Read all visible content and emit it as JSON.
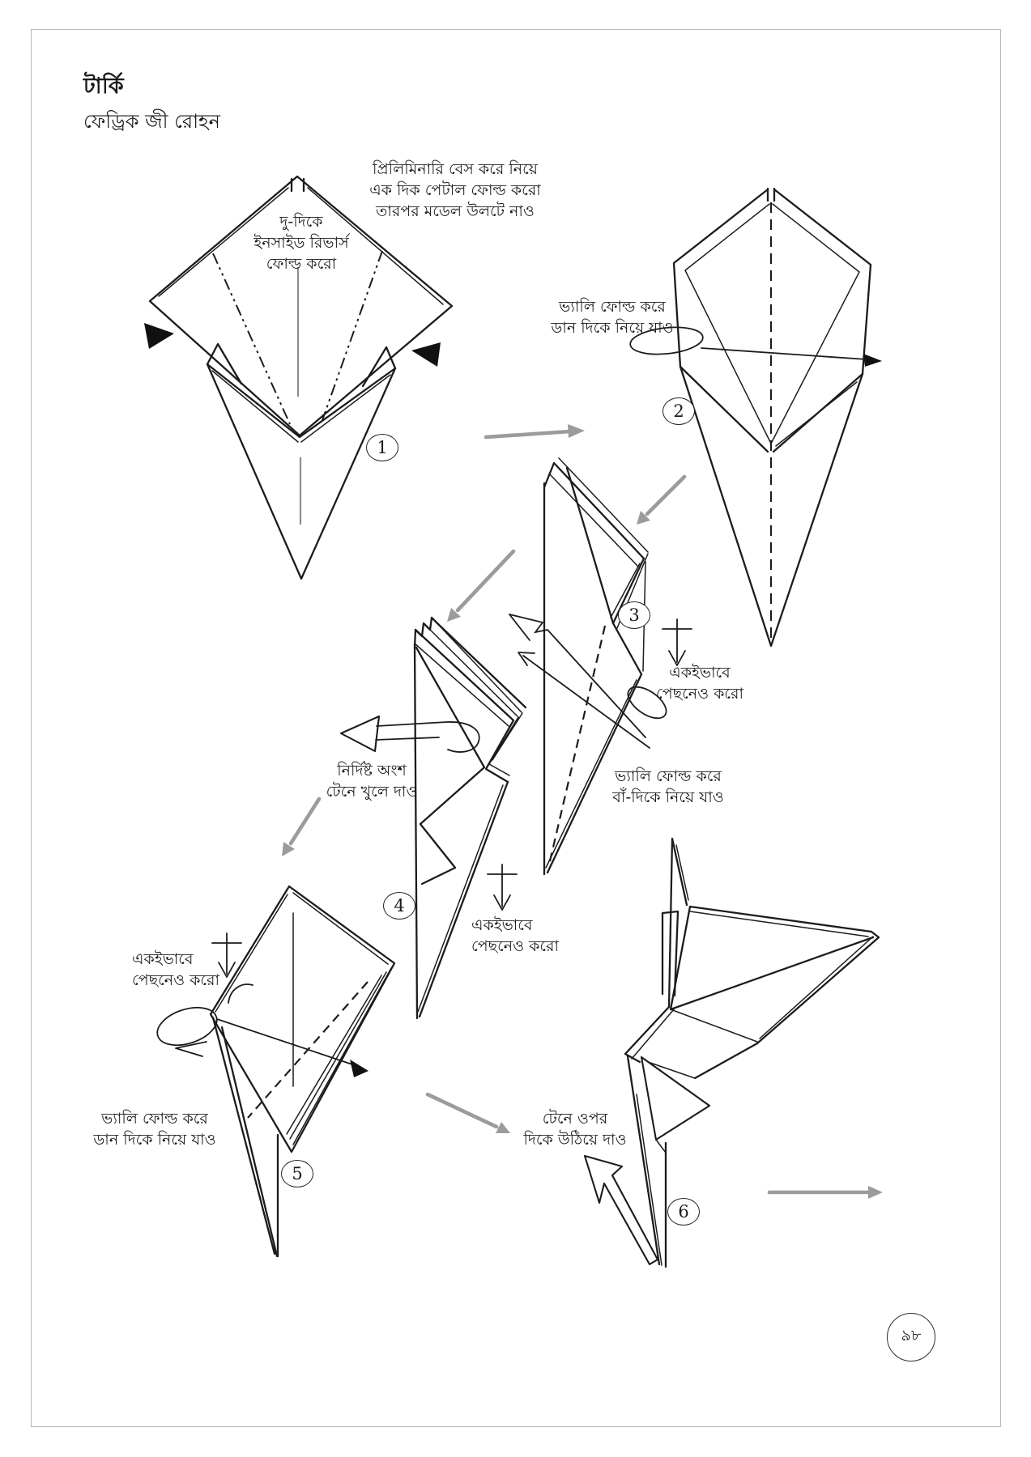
{
  "page": {
    "title": "টার্কি",
    "author": "ফেড্রিক জী রোহন",
    "page_number": "৯৮"
  },
  "colors": {
    "ink": "#1c1c1c",
    "transition_arrow_gray": "#9b9b9b",
    "frame_border": "#b9b9b9",
    "background": "#ffffff"
  },
  "steps": [
    {
      "number": "1"
    },
    {
      "number": "2"
    },
    {
      "number": "3"
    },
    {
      "number": "4"
    },
    {
      "number": "5"
    },
    {
      "number": "6"
    }
  ],
  "labels": {
    "step1_top": [
      "প্রিলিমিনারি বেস করে নিয়ে",
      "এক দিক পেটাল ফোল্ড করো",
      "তারপর মডেল উলটে নাও"
    ],
    "step1_inside": [
      "দু-দিকে",
      "ইনসাইড রিভার্স",
      "ফোল্ড করো"
    ],
    "step2_valley": [
      "ভ্যালি ফোল্ড করে",
      "ডান দিকে নিয়ে যাও"
    ],
    "step3_same": [
      "একইভাবে",
      "পেছনেও করো"
    ],
    "step3_valley": [
      "ভ্যালি ফোল্ড করে",
      "বাঁ-দিকে নিয়ে যাও"
    ],
    "step4_pull": [
      "নির্দিষ্ট অংশ",
      "টেনে খুলে দাও"
    ],
    "step4_same": [
      "একইভাবে",
      "পেছনেও করো"
    ],
    "step5_same": [
      "একইভাবে",
      "পেছনেও করো"
    ],
    "step5_valley": [
      "ভ্যালি ফোল্ড করে",
      "ডান দিকে নিয়ে যাও"
    ],
    "step6_pull": [
      "টেনে ওপর",
      "দিকে উঠিয়ে দাও"
    ]
  }
}
